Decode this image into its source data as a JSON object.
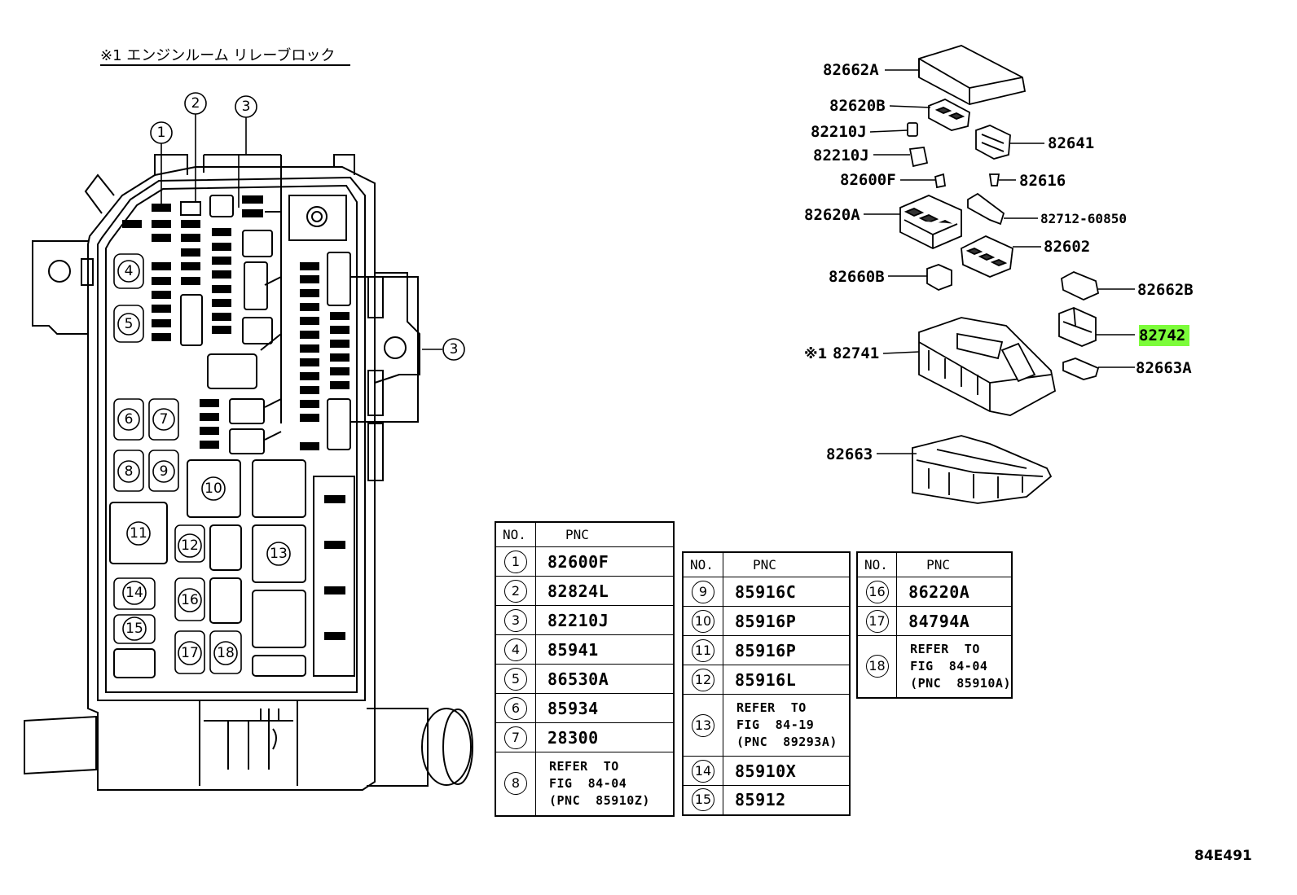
{
  "title": "※1 エンジンルーム リレーブロック",
  "diagram_ref": "84E491",
  "callouts": {
    "c1": "1",
    "c2": "2",
    "c3a": "3",
    "c3b": "3",
    "c4": "4",
    "c5": "5",
    "c6": "6",
    "c7": "7",
    "c8": "8",
    "c9": "9",
    "c10": "10",
    "c11": "11",
    "c12": "12",
    "c13": "13",
    "c14": "14",
    "c15": "15",
    "c16": "16",
    "c17": "17",
    "c18": "18"
  },
  "parts": {
    "p82662A": "82662A",
    "p82620B": "82620B",
    "p82210J_1": "82210J",
    "p82210J_2": "82210J",
    "p82600F": "82600F",
    "p82620A": "82620A",
    "p82660B": "82660B",
    "p82741_prefix": "※1",
    "p82741": "82741",
    "p82663": "82663",
    "p82641": "82641",
    "p82616": "82616",
    "p82712": "82712-60850",
    "p82602": "82602",
    "p82662B": "82662B",
    "p82742": "82742",
    "p82663A": "82663A",
    "highlight_color": "#7CFC3A"
  },
  "tables": {
    "header_no": "NO.",
    "header_pnc": "PNC",
    "t1": [
      {
        "no": "1",
        "pnc": "82600F"
      },
      {
        "no": "2",
        "pnc": "82824L"
      },
      {
        "no": "3",
        "pnc": "82210J"
      },
      {
        "no": "4",
        "pnc": "85941"
      },
      {
        "no": "5",
        "pnc": "86530A"
      },
      {
        "no": "6",
        "pnc": "85934"
      },
      {
        "no": "7",
        "pnc": "28300"
      },
      {
        "no": "8",
        "pnc": "REFER  TO\nFIG  84-04\n(PNC  85910Z)"
      }
    ],
    "t2": [
      {
        "no": "9",
        "pnc": "85916C"
      },
      {
        "no": "10",
        "pnc": "85916P"
      },
      {
        "no": "11",
        "pnc": "85916P"
      },
      {
        "no": "12",
        "pnc": "85916L"
      },
      {
        "no": "13",
        "pnc": "REFER  TO\nFIG  84-19\n(PNC  89293A)"
      },
      {
        "no": "14",
        "pnc": "85910X"
      },
      {
        "no": "15",
        "pnc": "85912"
      }
    ],
    "t3": [
      {
        "no": "16",
        "pnc": "86220A"
      },
      {
        "no": "17",
        "pnc": "84794A"
      },
      {
        "no": "18",
        "pnc": "REFER  TO\nFIG  84-04\n(PNC  85910A)"
      }
    ]
  }
}
